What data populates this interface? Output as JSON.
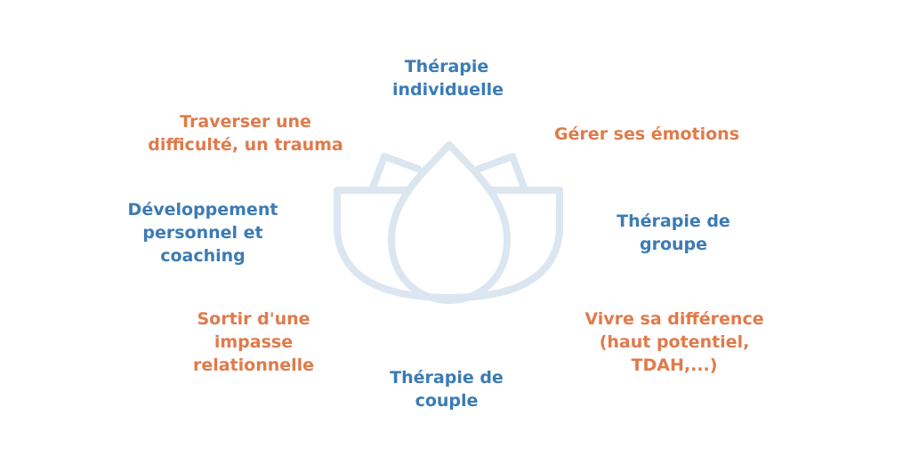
{
  "colors": {
    "blue": "#3b7bb5",
    "orange": "#e07a4a",
    "lotus": "#dbe6f1"
  },
  "icon": "lotus-flower-icon",
  "items": {
    "therapie_individuelle": {
      "color": "blue",
      "lines": [
        "Thérapie",
        "individuelle"
      ]
    },
    "gerer_emotions": {
      "color": "orange",
      "lines": [
        "Gérer ses émotions"
      ]
    },
    "therapie_groupe": {
      "color": "blue",
      "lines": [
        "Thérapie de",
        "groupe"
      ]
    },
    "vivre_difference": {
      "color": "orange",
      "lines": [
        "Vivre sa différence",
        "(haut potentiel,",
        "TDAH,...)"
      ]
    },
    "therapie_couple": {
      "color": "blue",
      "lines": [
        "Thérapie de",
        "couple"
      ]
    },
    "sortir_impasse": {
      "color": "orange",
      "lines": [
        "Sortir d'une",
        "impasse",
        "relationnelle"
      ]
    },
    "developpement_personnel": {
      "color": "blue",
      "lines": [
        "Développement",
        "personnel et",
        "coaching"
      ]
    },
    "traverser_difficulte": {
      "color": "orange",
      "lines": [
        "Traverser une",
        "difficulté, un trauma"
      ]
    }
  }
}
